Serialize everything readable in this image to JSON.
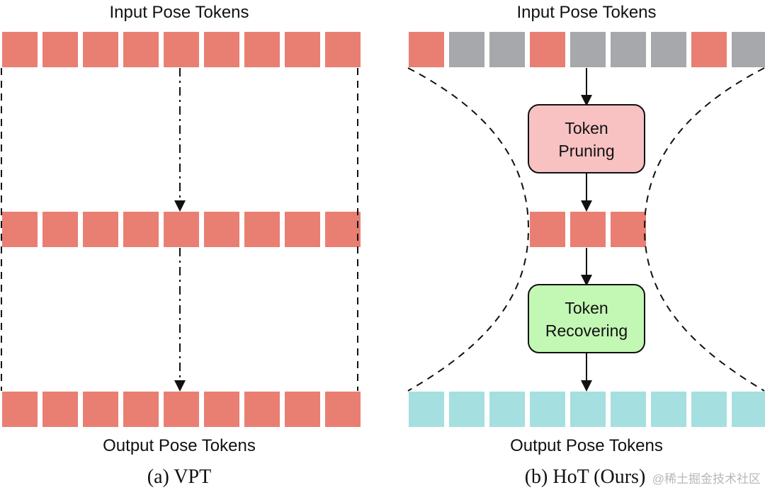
{
  "panels": {
    "vpt": {
      "input_label": "Input Pose Tokens",
      "output_label": "Output Pose Tokens",
      "caption": "(a) VPT",
      "rows": {
        "input": [
          "pose",
          "pose",
          "pose",
          "pose",
          "pose",
          "pose",
          "pose",
          "pose",
          "pose"
        ],
        "middle": [
          "pose",
          "pose",
          "pose",
          "pose",
          "pose",
          "pose",
          "pose",
          "pose",
          "pose"
        ],
        "output": [
          "pose",
          "pose",
          "pose",
          "pose",
          "pose",
          "pose",
          "pose",
          "pose",
          "pose"
        ]
      }
    },
    "hot": {
      "input_label": "Input Pose Tokens",
      "output_label": "Output Pose Tokens",
      "caption": "(b) HoT (Ours)",
      "pruning_label_line1": "Token",
      "pruning_label_line2": "Pruning",
      "recovering_label_line1": "Token",
      "recovering_label_line2": "Recovering",
      "rows": {
        "input": [
          "pose",
          "pruned",
          "pruned",
          "pose",
          "pruned",
          "pruned",
          "pruned",
          "pose",
          "pruned"
        ],
        "middle": [
          "pose",
          "pose",
          "pose"
        ],
        "output": [
          "output",
          "output",
          "output",
          "output",
          "output",
          "output",
          "output",
          "output",
          "output"
        ]
      }
    }
  },
  "colors": {
    "pose": "#e97f72",
    "pruned": "#a7a8ab",
    "output": "#a6dfe0",
    "pruning_box": "#f8c2c2",
    "recovering_box": "#c3f7b4",
    "text": "#111111"
  },
  "watermark": "@稀土掘金技术社区"
}
